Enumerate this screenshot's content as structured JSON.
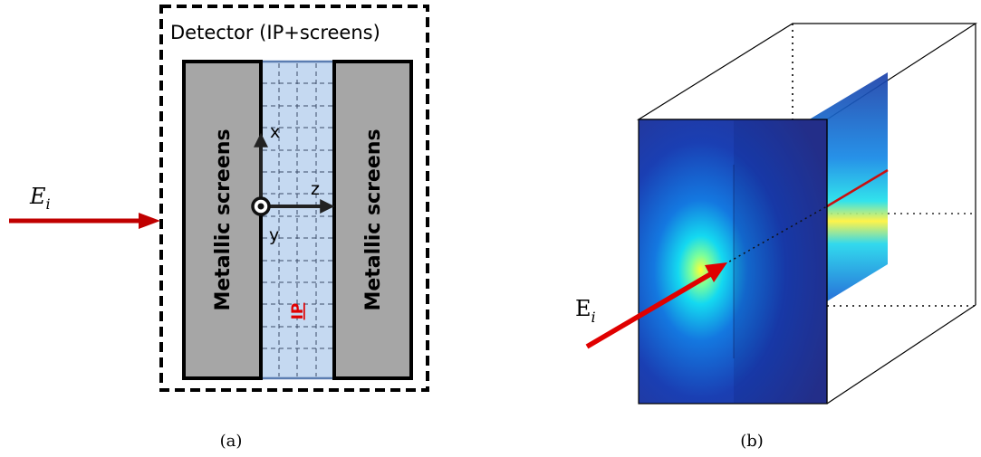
{
  "panel_a": {
    "detector_label": "Detector (IP+screens)",
    "left_screen_label": "Metallic screens",
    "right_screen_label": "Metallic screens",
    "ip_label": "IP",
    "axis_x": "x",
    "axis_z": "z",
    "axis_y": "y",
    "beam_label_main": "E",
    "beam_label_sub": "i",
    "caption": "(a)"
  },
  "panel_b": {
    "beam_label_main": "E",
    "beam_label_sub": "i",
    "caption": "(b)"
  },
  "colors": {
    "beam": "#c00000",
    "screen_fill": "#a6a6a6",
    "ip_fill": "#c5d9f1",
    "ip_label_color": "#e00000"
  }
}
